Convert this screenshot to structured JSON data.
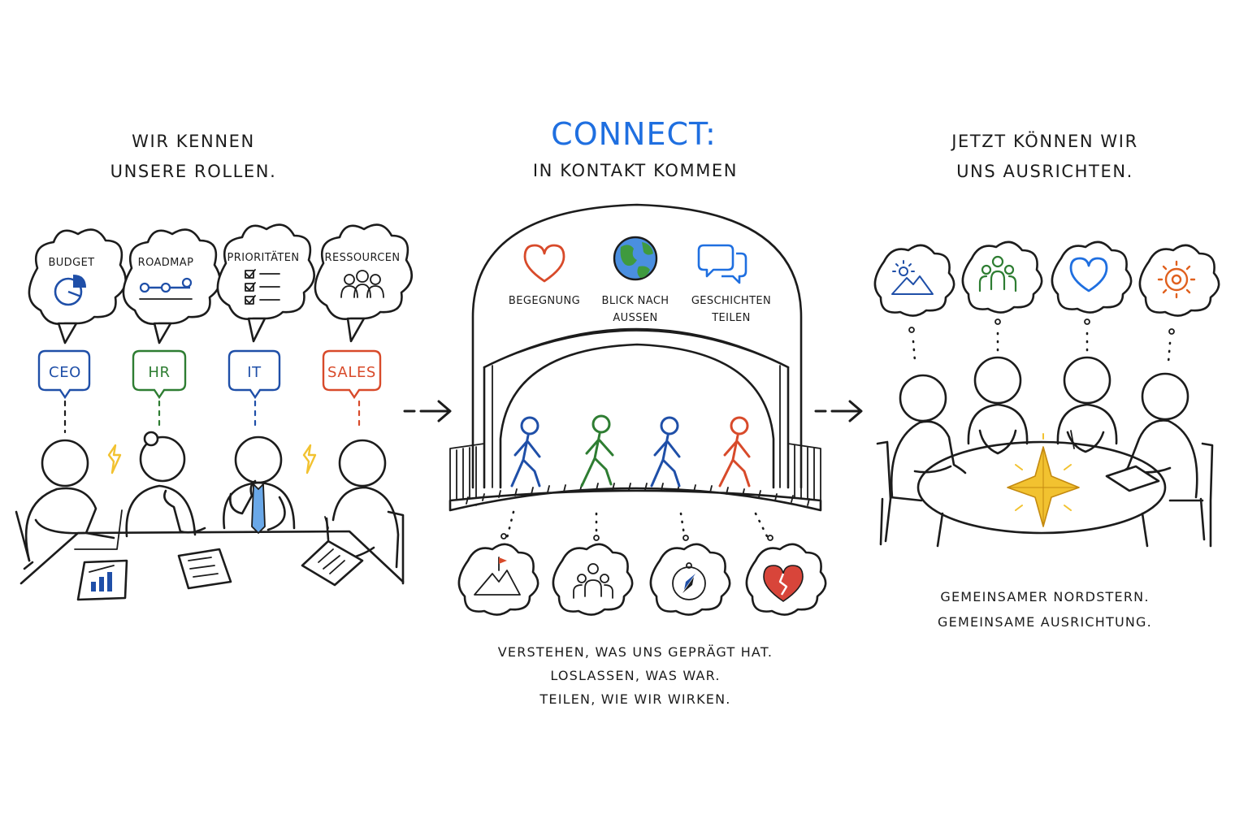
{
  "colors": {
    "ink": "#1c1c1c",
    "blue": "#1f6fe0",
    "dark_blue": "#1f4fa8",
    "green": "#2e7d32",
    "red": "#d84a2a",
    "gold": "#f2c230"
  },
  "left_panel": {
    "heading_line1": "Wir kennen",
    "heading_line2": "unsere Rollen.",
    "thoughts": [
      {
        "label": "Budget",
        "icon": "pie-chart-icon"
      },
      {
        "label": "Roadmap",
        "icon": "roadmap-icon"
      },
      {
        "label": "Prioritäten",
        "icon": "checklist-icon"
      },
      {
        "label": "Ressourcen",
        "icon": "people-group-icon"
      }
    ],
    "roles": [
      {
        "label": "CEO",
        "color": "#1f4fa8"
      },
      {
        "label": "HR",
        "color": "#2e7d32"
      },
      {
        "label": "IT",
        "color": "#1f4fa8"
      },
      {
        "label": "SALES",
        "color": "#d84a2a"
      }
    ]
  },
  "arrows": [
    "dashed-arrow-icon",
    "dashed-arrow-icon"
  ],
  "middle_panel": {
    "title": "Connect:",
    "subtitle": "in Kontakt kommen",
    "features": [
      {
        "line1": "Begegnung",
        "line2": "",
        "icon": "heart-icon"
      },
      {
        "line1": "Blick nach",
        "line2": "außen",
        "icon": "globe-icon"
      },
      {
        "line1": "Geschichten",
        "line2": "teilen",
        "icon": "speech-bubbles-icon"
      }
    ],
    "reflections": [
      {
        "icon": "mountain-flag-icon"
      },
      {
        "icon": "family-icon"
      },
      {
        "icon": "compass-icon"
      },
      {
        "icon": "broken-heart-icon"
      }
    ],
    "caption_line1": "Verstehen, was uns geprägt hat.",
    "caption_line2": "Loslassen, was war.",
    "caption_line3": "Teilen, wie wir wirken."
  },
  "right_panel": {
    "heading_line1": "Jetzt können wir",
    "heading_line2": "uns ausrichten.",
    "thoughts": [
      {
        "icon": "sun-mountain-icon"
      },
      {
        "icon": "team-icon"
      },
      {
        "icon": "heart-icon"
      },
      {
        "icon": "gear-icon"
      }
    ],
    "caption_line1": "Gemeinsamer Nordstern.",
    "caption_line2": "Gemeinsame Ausrichtung."
  }
}
